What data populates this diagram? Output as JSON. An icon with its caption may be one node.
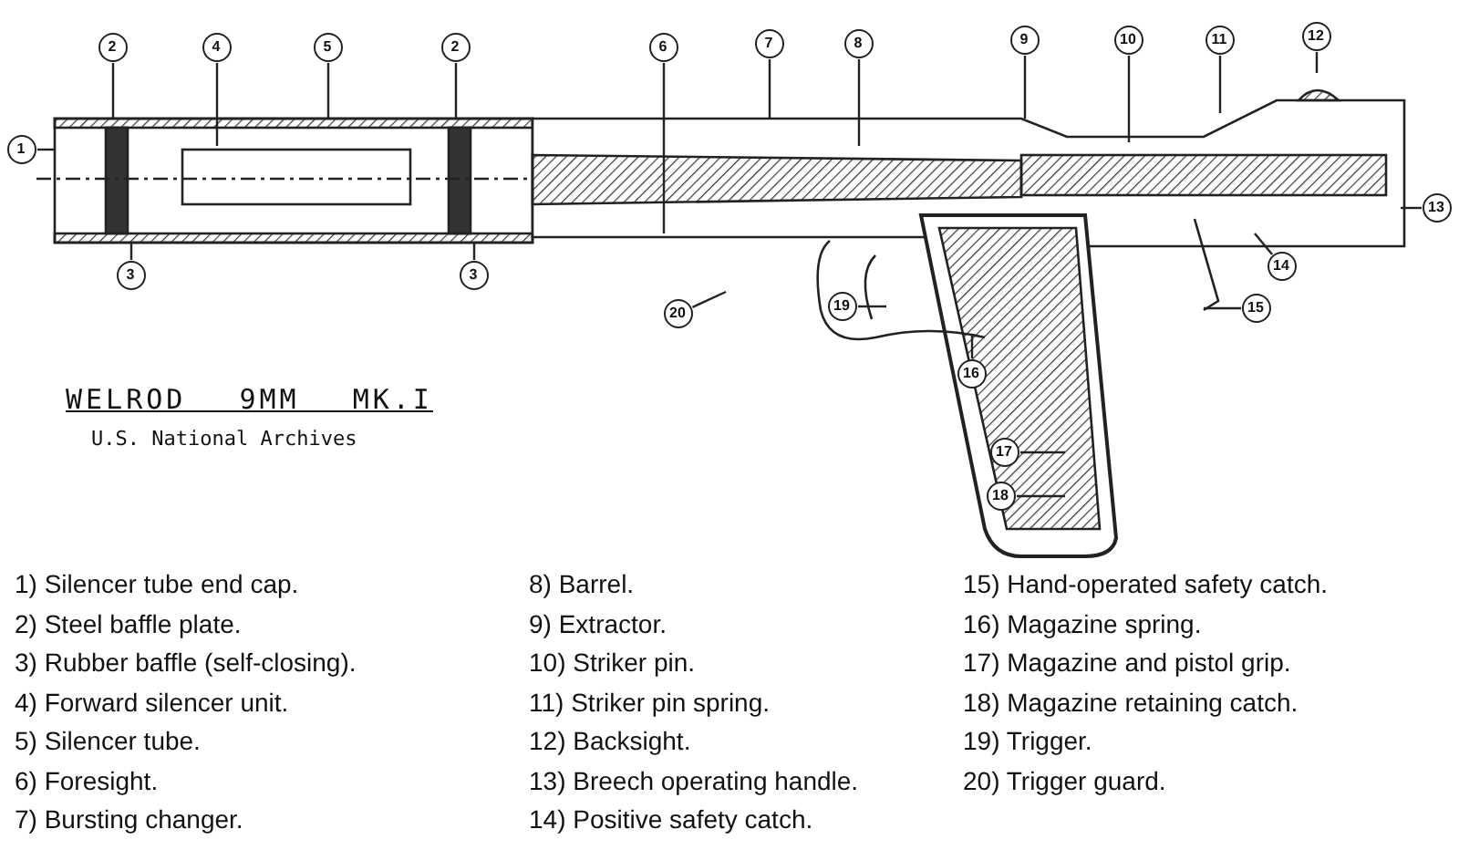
{
  "diagram": {
    "title": "WELROD 9MM MK.I",
    "nodes": [
      {
        "text": [
          "1"
        ]
      },
      {
        "text": [
          "2"
        ]
      },
      {
        "text": [
          "4"
        ]
      },
      {
        "text": [
          "5"
        ]
      },
      {
        "text": [
          "2"
        ]
      },
      {
        "text": [
          "6"
        ]
      },
      {
        "text": [
          "7"
        ]
      },
      {
        "text": [
          "8"
        ]
      },
      {
        "text": [
          "9"
        ]
      },
      {
        "text": [
          "10"
        ]
      },
      {
        "text": [
          "11"
        ]
      },
      {
        "text": [
          "12"
        ]
      },
      {
        "text": [
          "3"
        ]
      },
      {
        "text": [
          "3"
        ]
      },
      {
        "text": [
          "13"
        ]
      },
      {
        "text": [
          "14"
        ]
      },
      {
        "text": [
          "15"
        ]
      },
      {
        "text": [
          "20"
        ]
      },
      {
        "text": [
          "19"
        ]
      },
      {
        "text": [
          "16"
        ]
      },
      {
        "text": [
          "17"
        ]
      },
      {
        "text": [
          "18"
        ]
      }
    ],
    "edges": [
      {
        "from": 0,
        "to": null,
        "arrow": "none"
      },
      {
        "from": 1,
        "to": null,
        "arrow": "none"
      },
      {
        "from": 2,
        "to": null,
        "arrow": "none"
      },
      {
        "from": 3,
        "to": null,
        "arrow": "none"
      },
      {
        "from": 4,
        "to": null,
        "arrow": "none"
      },
      {
        "from": 5,
        "to": null,
        "arrow": "none"
      },
      {
        "from": 6,
        "to": null,
        "arrow": "none"
      },
      {
        "from": 7,
        "to": null,
        "arrow": "none"
      },
      {
        "from": 8,
        "to": null,
        "arrow": "none"
      },
      {
        "from": 9,
        "to": null,
        "arrow": "none"
      },
      {
        "from": 10,
        "to": null,
        "arrow": "none"
      },
      {
        "from": 11,
        "to": null,
        "arrow": "none"
      },
      {
        "from": 12,
        "to": null,
        "arrow": "none"
      },
      {
        "from": 13,
        "to": null,
        "arrow": "none"
      },
      {
        "from": 14,
        "to": null,
        "arrow": "none"
      },
      {
        "from": 15,
        "to": null,
        "arrow": "none"
      },
      {
        "from": 16,
        "to": null,
        "arrow": "none"
      },
      {
        "from": 17,
        "to": null,
        "arrow": "none"
      },
      {
        "from": 18,
        "to": null,
        "arrow": "none"
      },
      {
        "from": 19,
        "to": null,
        "arrow": "none"
      },
      {
        "from": 20,
        "to": null,
        "arrow": "none"
      },
      {
        "from": 21,
        "to": null,
        "arrow": "none"
      }
    ],
    "labels": [
      "U.S. National Archives",
      "1) Silencer tube end cap.",
      "2) Steel baffle plate.",
      "3) Rubber baffle (self-closing).",
      "4) Forward silencer unit.",
      "5) Silencer tube.",
      "6) Foresight.",
      "7) Bursting changer.",
      "8) Barrel.",
      "9) Extractor.",
      "10) Striker pin.",
      "11) Striker pin spring.",
      "12) Backsight.",
      "13) Breech operating handle.",
      "14) Positive safety catch.",
      "15) Hand-operated safety catch.",
      "16) Magazine spring.",
      "17) Magazine and pistol grip.",
      "18) Magazine retaining catch.",
      "19) Trigger.",
      "20) Trigger guard."
    ]
  }
}
